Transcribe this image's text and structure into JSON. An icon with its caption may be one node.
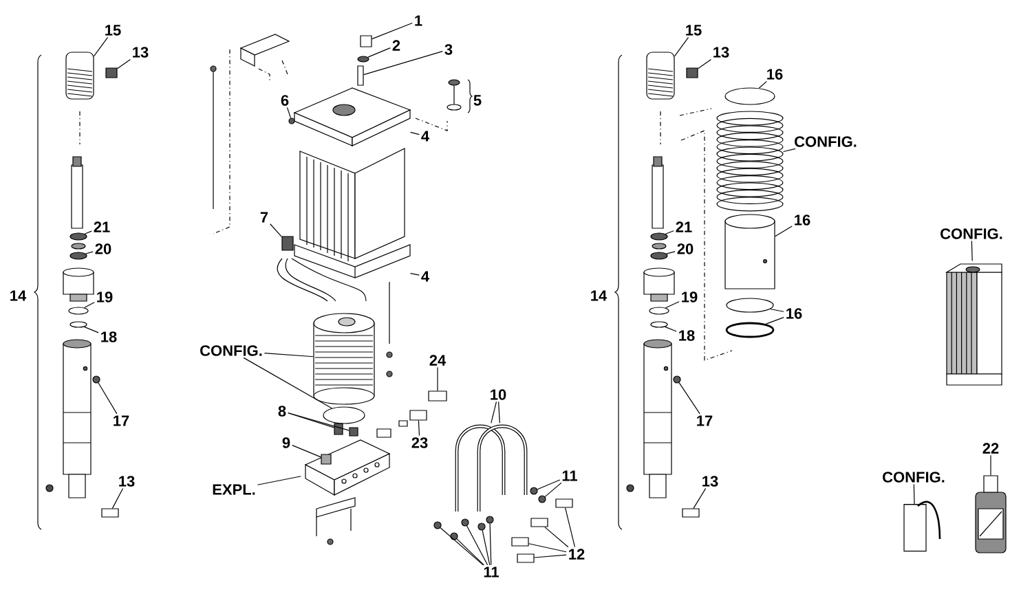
{
  "diagram": {
    "nodes": [
      {
        "text": [
          "15"
        ]
      },
      {
        "text": [
          "13"
        ]
      },
      {
        "text": [
          "21"
        ]
      },
      {
        "text": [
          "20"
        ]
      },
      {
        "text": [
          "19"
        ]
      },
      {
        "text": [
          "18"
        ]
      },
      {
        "text": [
          "17"
        ]
      },
      {
        "text": [
          "13"
        ]
      },
      {
        "text": [
          "1"
        ]
      },
      {
        "text": [
          "2"
        ]
      },
      {
        "text": [
          "3"
        ]
      },
      {
        "text": [
          "6"
        ]
      },
      {
        "text": [
          "4"
        ]
      },
      {
        "text": [
          "4"
        ]
      },
      {
        "text": [
          "7"
        ]
      },
      {
        "text": [
          "CONFIG."
        ]
      },
      {
        "text": [
          "24"
        ]
      },
      {
        "text": [
          "8"
        ]
      },
      {
        "text": [
          "9"
        ]
      },
      {
        "text": [
          "EXPL."
        ]
      },
      {
        "text": [
          "23"
        ]
      },
      {
        "text": [
          "10"
        ]
      },
      {
        "text": [
          "11"
        ]
      },
      {
        "text": [
          "11"
        ]
      },
      {
        "text": [
          "12"
        ]
      },
      {
        "text": [
          "15"
        ]
      },
      {
        "text": [
          "13"
        ]
      },
      {
        "text": [
          "16"
        ]
      },
      {
        "text": [
          "CONFIG."
        ]
      },
      {
        "text": [
          "21"
        ]
      },
      {
        "text": [
          "20"
        ]
      },
      {
        "text": [
          "16"
        ]
      },
      {
        "text": [
          "19"
        ]
      },
      {
        "text": [
          "16"
        ]
      },
      {
        "text": [
          "18"
        ]
      },
      {
        "text": [
          "17"
        ]
      },
      {
        "text": [
          "13"
        ]
      },
      {
        "text": [
          "CONFIG."
        ]
      },
      {
        "text": [
          "22"
        ]
      },
      {
        "text": [
          "CONFIG."
        ]
      },
      {
        "text": [],
        "shape": "picture"
      },
      {
        "text": [],
        "shape": "box"
      },
      {
        "text": [],
        "shape": "circle"
      },
      {
        "text": [],
        "shape": "circle"
      },
      {
        "text": [],
        "shape": "circle"
      },
      {
        "text": [],
        "shape": "circle"
      },
      {
        "text": [],
        "shape": "circle"
      },
      {
        "text": [],
        "shape": "box"
      },
      {
        "text": [],
        "shape": "box"
      },
      {
        "text": [],
        "shape": "circle"
      },
      {
        "text": [],
        "shape": "box"
      },
      {
        "text": [],
        "shape": "circle"
      },
      {
        "text": [],
        "shape": "picture"
      },
      {
        "text": [],
        "shape": "picture"
      },
      {
        "text": [],
        "shape": "box"
      },
      {
        "text": [],
        "shape": "picture"
      },
      {
        "text": [],
        "shape": "circle"
      },
      {
        "text": [],
        "shape": "box"
      },
      {
        "text": [],
        "shape": "box"
      },
      {
        "text": [],
        "shape": "box"
      },
      {
        "text": [],
        "shape": "picture"
      },
      {
        "text": [],
        "shape": "box",
        "in": 60
      },
      {
        "text": [],
        "shape": "box"
      },
      {
        "text": [],
        "shape": "picture"
      },
      {
        "text": [],
        "shape": "picture"
      },
      {
        "text": [],
        "shape": "circle"
      },
      {
        "text": [],
        "shape": "circle"
      },
      {
        "text": [],
        "shape": "circle"
      },
      {
        "text": [],
        "shape": "circle"
      },
      {
        "text": [],
        "shape": "circle"
      },
      {
        "text": [],
        "shape": "circle"
      },
      {
        "text": [],
        "shape": "circle"
      },
      {
        "text": [],
        "shape": "box"
      },
      {
        "text": [],
        "shape": "box"
      },
      {
        "text": [],
        "shape": "box"
      },
      {
        "text": [],
        "shape": "box"
      },
      {
        "text": [],
        "shape": "picture"
      },
      {
        "text": [],
        "shape": "box"
      },
      {
        "text": [],
        "shape": "circle"
      },
      {
        "text": [],
        "shape": "picture"
      },
      {
        "text": [],
        "shape": "circle"
      },
      {
        "text": [],
        "shape": "circle"
      },
      {
        "text": [],
        "shape": "picture"
      },
      {
        "text": [],
        "shape": "circle"
      },
      {
        "text": [],
        "shape": "circle"
      },
      {
        "text": [],
        "shape": "circle"
      },
      {
        "text": [],
        "shape": "circle"
      },
      {
        "text": [],
        "shape": "circle"
      },
      {
        "text": [],
        "shape": "box"
      },
      {
        "text": [],
        "shape": "picture"
      },
      {
        "text": [],
        "shape": "picture"
      },
      {
        "text": [],
        "shape": "cylinder"
      }
    ],
    "edges": [
      {
        "from": 0,
        "to": 40,
        "arrow": "none"
      },
      {
        "from": 1,
        "to": 41,
        "arrow": "none"
      },
      {
        "from": 2,
        "to": 42,
        "arrow": "none"
      },
      {
        "from": 3,
        "to": 43,
        "arrow": "none"
      },
      {
        "from": 4,
        "to": 44,
        "arrow": "none"
      },
      {
        "from": 5,
        "to": 45,
        "arrow": "none"
      },
      {
        "from": 6,
        "to": 46,
        "arrow": "none"
      },
      {
        "from": 7,
        "to": 47,
        "arrow": "none"
      },
      {
        "from": 8,
        "to": 48,
        "arrow": "none"
      },
      {
        "from": 9,
        "to": 49,
        "arrow": "none"
      },
      {
        "from": 10,
        "to": 50,
        "arrow": "none"
      },
      {
        "from": 11,
        "to": 51,
        "arrow": "none"
      },
      {
        "from": 12,
        "to": 52,
        "arrow": "none"
      },
      {
        "from": 13,
        "to": 53,
        "arrow": "none"
      },
      {
        "from": 14,
        "to": 54,
        "arrow": "none"
      },
      {
        "from": 15,
        "to": 55,
        "arrow": "none"
      },
      {
        "from": 15,
        "to": 56,
        "arrow": "none"
      },
      {
        "from": 16,
        "to": 57,
        "arrow": "none"
      },
      {
        "from": 17,
        "to": 58,
        "arrow": "none"
      },
      {
        "from": 17,
        "to": 59,
        "arrow": "none"
      },
      {
        "from": 18,
        "to": 61,
        "arrow": "none"
      },
      {
        "from": 19,
        "to": 60,
        "arrow": "none"
      },
      {
        "from": 20,
        "to": 62,
        "arrow": "none"
      },
      {
        "from": 21,
        "to": 63,
        "arrow": "none"
      },
      {
        "from": 21,
        "to": 64,
        "arrow": "none"
      },
      {
        "from": 22,
        "to": 65,
        "arrow": "none"
      },
      {
        "from": 22,
        "to": 66,
        "arrow": "none"
      },
      {
        "from": 23,
        "to": 67,
        "arrow": "none"
      },
      {
        "from": 23,
        "to": 68,
        "arrow": "none"
      },
      {
        "from": 23,
        "to": 69,
        "arrow": "none"
      },
      {
        "from": 23,
        "to": 70,
        "arrow": "none"
      },
      {
        "from": 23,
        "to": 71,
        "arrow": "none"
      },
      {
        "from": 24,
        "to": 72,
        "arrow": "none"
      },
      {
        "from": 24,
        "to": 73,
        "arrow": "none"
      },
      {
        "from": 24,
        "to": 74,
        "arrow": "none"
      },
      {
        "from": 24,
        "to": 75,
        "arrow": "none"
      },
      {
        "from": 25,
        "to": 76,
        "arrow": "none"
      },
      {
        "from": 26,
        "to": 77,
        "arrow": "none"
      },
      {
        "from": 27,
        "to": 78,
        "arrow": "none"
      },
      {
        "from": 28,
        "to": 79,
        "arrow": "none"
      },
      {
        "from": 29,
        "to": 80,
        "arrow": "none"
      },
      {
        "from": 30,
        "to": 81,
        "arrow": "none"
      },
      {
        "from": 31,
        "to": 82,
        "arrow": "none"
      },
      {
        "from": 32,
        "to": 83,
        "arrow": "none"
      },
      {
        "from": 33,
        "to": 84,
        "arrow": "none"
      },
      {
        "from": 33,
        "to": 85,
        "arrow": "none"
      },
      {
        "from": 34,
        "to": 86,
        "arrow": "none"
      },
      {
        "from": 35,
        "to": 87,
        "arrow": "none"
      },
      {
        "from": 36,
        "to": 88,
        "arrow": "none"
      },
      {
        "from": 37,
        "to": 89,
        "arrow": "none"
      },
      {
        "from": 38,
        "to": 90,
        "arrow": "none"
      },
      {
        "from": 39,
        "to": 91,
        "arrow": "none"
      }
    ],
    "labels": [
      "14",
      "5",
      "14"
    ]
  }
}
